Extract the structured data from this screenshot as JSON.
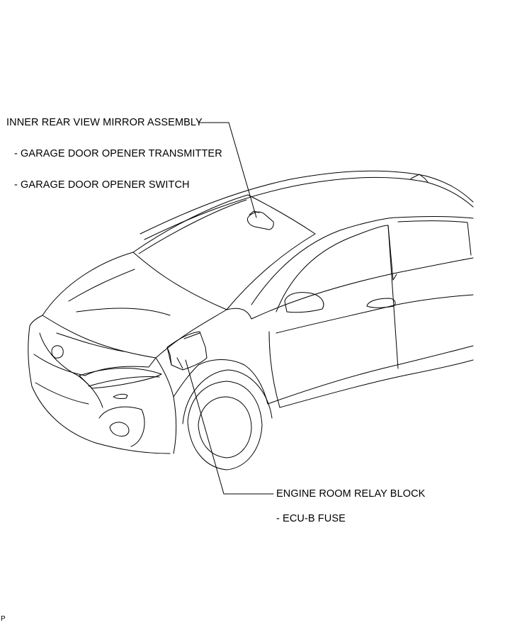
{
  "callouts": {
    "mirror": {
      "title": "INNER REAR VIEW MIRROR ASSEMBLY",
      "items": [
        "- GARAGE DOOR OPENER TRANSMITTER",
        "- GARAGE DOOR OPENER SWITCH"
      ]
    },
    "relay": {
      "title": "ENGINE ROOM RELAY BLOCK",
      "items": [
        "- ECU-B FUSE"
      ]
    }
  },
  "footer_mark": "P",
  "colors": {
    "line": "#000000",
    "background": "#ffffff"
  }
}
